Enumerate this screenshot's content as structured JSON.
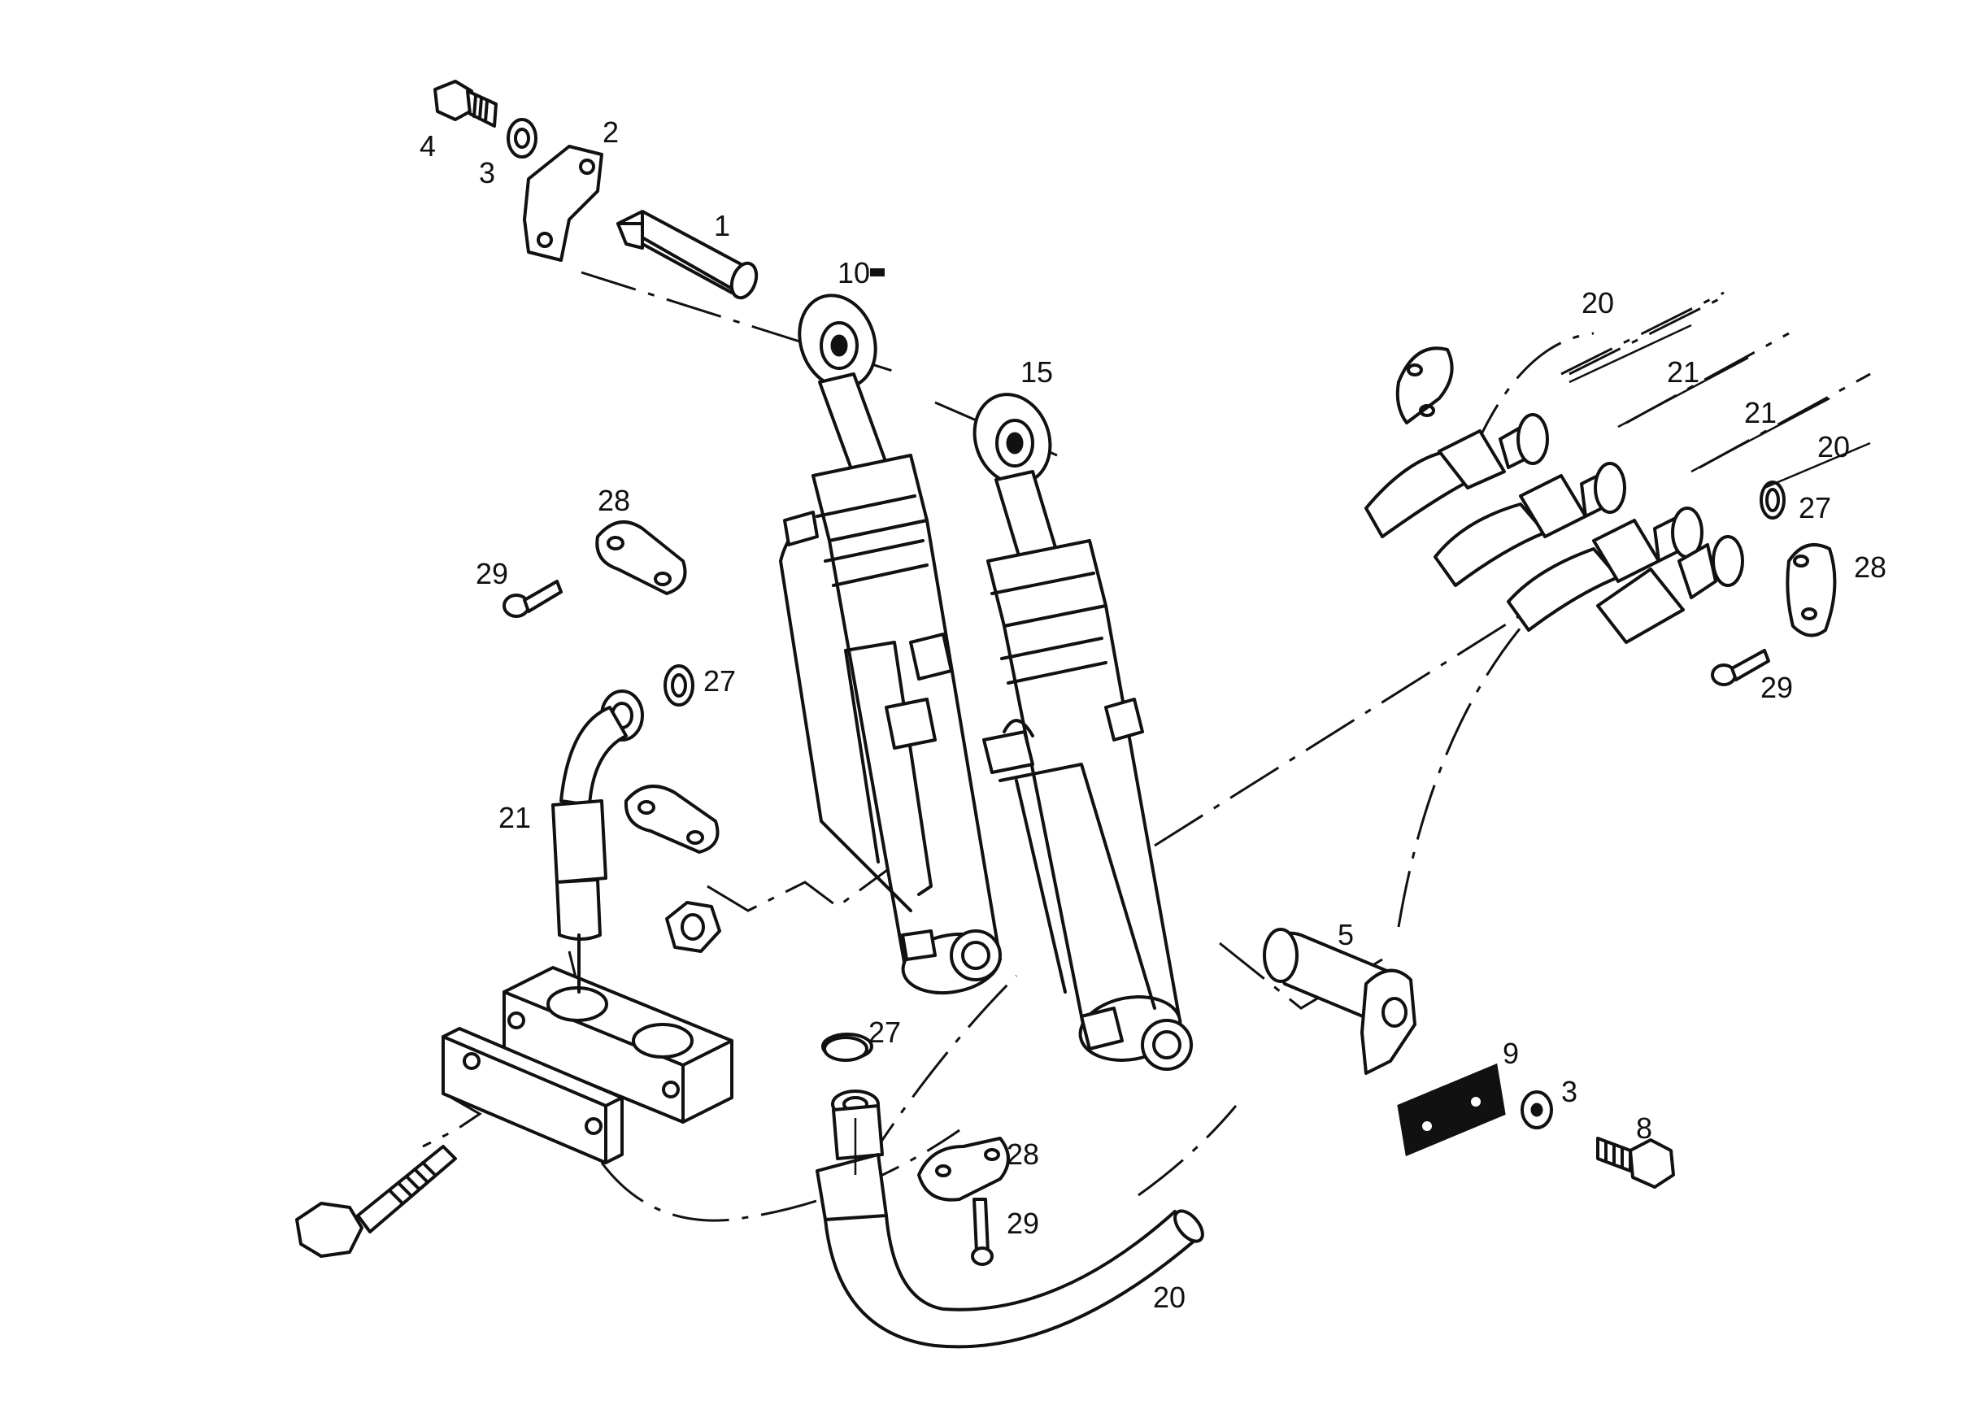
{
  "diagram": {
    "callouts": [
      {
        "id": "c1",
        "text": "1"
      },
      {
        "id": "c2",
        "text": "2"
      },
      {
        "id": "c3a",
        "text": "3"
      },
      {
        "id": "c4",
        "text": "4"
      },
      {
        "id": "c5",
        "text": "5"
      },
      {
        "id": "c3b",
        "text": "3"
      },
      {
        "id": "c8",
        "text": "8"
      },
      {
        "id": "c9",
        "text": "9"
      },
      {
        "id": "c10",
        "text": "10"
      },
      {
        "id": "c15",
        "text": "15"
      },
      {
        "id": "c20a",
        "text": "20"
      },
      {
        "id": "c21a",
        "text": "21"
      },
      {
        "id": "c21b",
        "text": "21"
      },
      {
        "id": "c20b",
        "text": "20"
      },
      {
        "id": "c27a",
        "text": "27"
      },
      {
        "id": "c28a",
        "text": "28"
      },
      {
        "id": "c29a",
        "text": "29"
      },
      {
        "id": "c28b",
        "text": "28"
      },
      {
        "id": "c29b",
        "text": "29"
      },
      {
        "id": "c27b",
        "text": "27"
      },
      {
        "id": "c21c",
        "text": "21"
      },
      {
        "id": "c27c",
        "text": "27"
      },
      {
        "id": "c28c",
        "text": "28"
      },
      {
        "id": "c29c",
        "text": "29"
      },
      {
        "id": "c20c",
        "text": "20"
      }
    ]
  }
}
